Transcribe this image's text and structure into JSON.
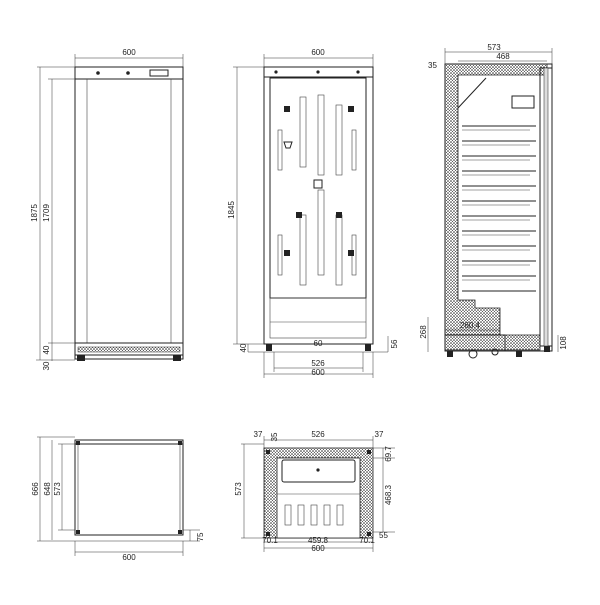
{
  "views": {
    "front": {
      "width": "600",
      "height_total": "1875",
      "height_inner": "1709",
      "gap_40": "40",
      "foot_30": "30"
    },
    "rear": {
      "width_top": "600",
      "height": "1845",
      "left_40": "40",
      "inner_60": "60",
      "right_56": "56",
      "width_526": "526",
      "width_bottom": "600"
    },
    "side": {
      "depth_573": "573",
      "depth_468": "468",
      "top_35": "35",
      "left_268": "268",
      "comp_260": "260.4",
      "right_108": "108"
    },
    "top": {
      "height_666": "666",
      "height_648": "648",
      "height_573": "573",
      "width": "600",
      "foot_75": "75"
    },
    "section": {
      "left_37": "37",
      "left_35": "35",
      "width_526": "526",
      "right_37": "37",
      "height_573": "573",
      "right_697": "69.7",
      "right_4683": "468.3",
      "right_55": "55",
      "bot_701a": "70.1",
      "bot_4598": "459.8",
      "bot_701b": "70.1",
      "bot_600": "600"
    }
  }
}
